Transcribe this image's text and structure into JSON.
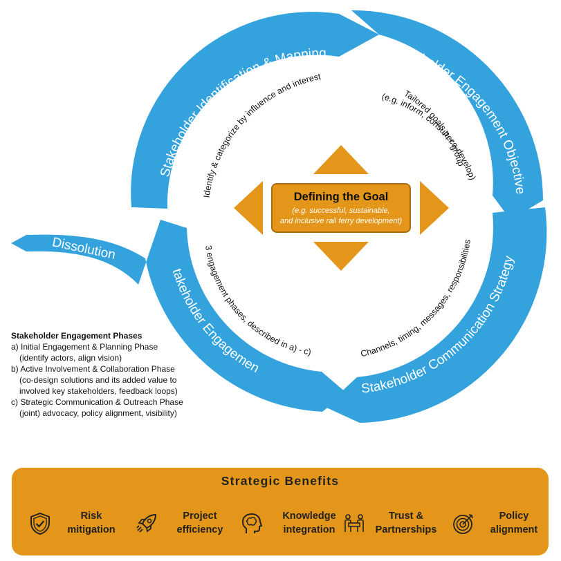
{
  "cycle": {
    "phases": {
      "mapping": "Stakeholder Identification & Mapping",
      "objectives": "Stakeholder Engagement Objectives",
      "strategy": "Stakeholder Communication Strategy",
      "engagement": "Stakeholder Engagement",
      "dissolution": "Dissolution"
    },
    "inner_notes": {
      "mapping": "Identify & categorize by influence and interest",
      "objectives_line1": "Tailored goals per group",
      "objectives_line2": "(e.g. inform, consult, co-develop)",
      "strategy": "Channels, timing, messages, responsibilities",
      "engagement": "3 engagement phases, described in a) - c)"
    },
    "colors": {
      "arrow": "#33A2DD",
      "accent": "#E39619"
    }
  },
  "goal": {
    "title": "Defining the Goal",
    "subtitle_line1": "(e.g. successful, sustainable,",
    "subtitle_line2": "and inclusive rail ferry development)"
  },
  "legend": {
    "title": "Stakeholder Engagement Phases",
    "items": [
      {
        "title": "a) Initial Engagement & Planning Phase",
        "desc": [
          "(identify actors, align vision)"
        ]
      },
      {
        "title": "b) Active Involvement & Collaboration Phase",
        "desc": [
          "(co-design solutions and its added value to",
          "involved key stakeholders, feedback loops)"
        ]
      },
      {
        "title": "c) Strategic Communication & Outreach Phase",
        "desc": [
          "(joint) advocacy, policy alignment, visibility)"
        ]
      }
    ]
  },
  "benefits": {
    "title": "Strategic Benefits",
    "items": [
      {
        "line1": "Risk",
        "line2": "mitigation",
        "icon": "shield-check-icon"
      },
      {
        "line1": "Project",
        "line2": "efficiency",
        "icon": "rocket-icon"
      },
      {
        "line1": "Knowledge",
        "line2": "integration",
        "icon": "head-brain-icon"
      },
      {
        "line1": "Trust &",
        "line2": "Partnerships",
        "icon": "meeting-table-icon"
      },
      {
        "line1": "Policy",
        "line2": "alignment",
        "icon": "target-icon"
      }
    ]
  }
}
